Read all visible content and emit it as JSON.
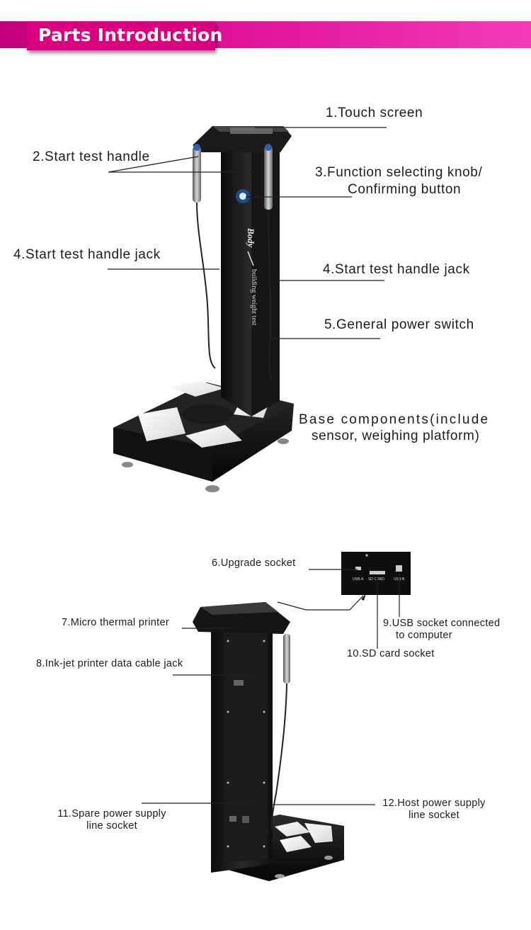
{
  "header": {
    "title": "Parts Introduction"
  },
  "top_labels": {
    "touch_screen": "1.Touch screen",
    "start_test_handle": "2.Start test handle",
    "function_knob_line1": "3.Function selecting knob/",
    "function_knob_line2": "Confirming button",
    "handle_jack_left": "4.Start test handle jack",
    "handle_jack_right": "4.Start test handle jack",
    "power_switch": "5.General power switch",
    "base_line1": "Base components(include",
    "base_line2": "sensor, weighing platform)"
  },
  "machine_text": {
    "brand": "Body",
    "subtitle": "building weight test"
  },
  "bottom_labels": {
    "upgrade_socket": "6.Upgrade socket",
    "thermal_printer": "7.Micro thermal printer",
    "inkjet_jack": "8.Ink-jet printer data cable jack",
    "usb_line1": "9.USB socket connected",
    "usb_line2": "to computer",
    "sd_card": "10.SD card socket",
    "spare_power_line1": "11.Spare power supply",
    "spare_power_line2": "line socket",
    "host_power_line1": "12.Host power supply",
    "host_power_line2": "line socket"
  },
  "panel_labels": {
    "usb_a": "USB-A",
    "sd_card": "SD CARD",
    "usb_b": "USB-B"
  }
}
